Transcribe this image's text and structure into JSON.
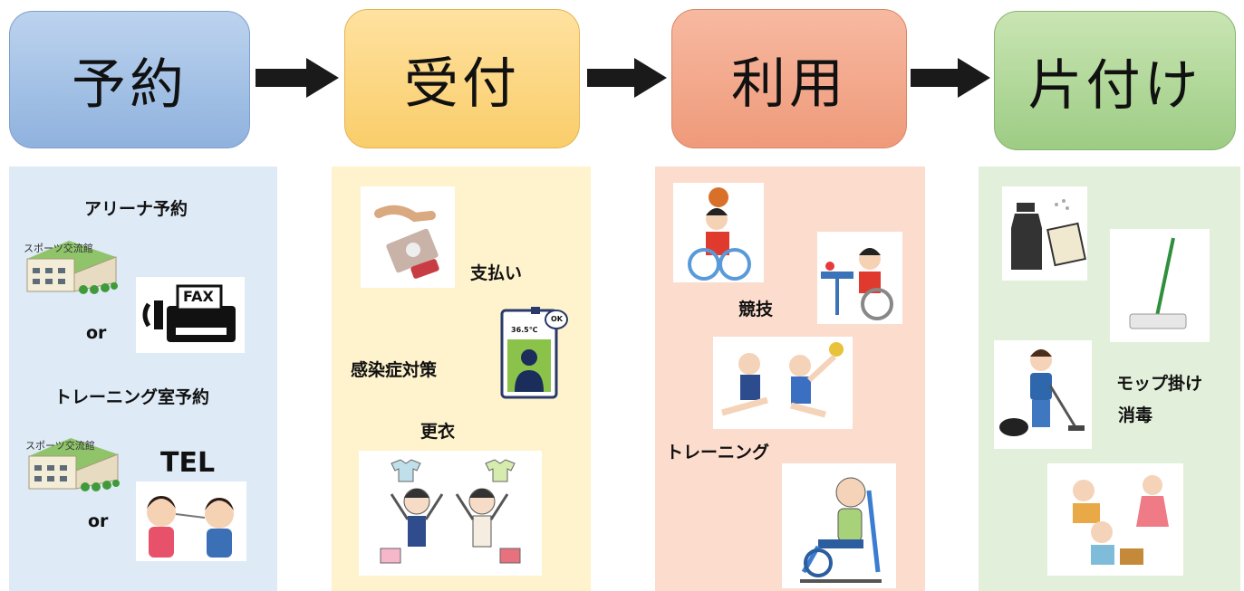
{
  "steps": [
    {
      "title": "予約",
      "color": "#9bbbe3"
    },
    {
      "title": "受付",
      "color": "#fbd276"
    },
    {
      "title": "利用",
      "color": "#f1a486"
    },
    {
      "title": "片付け",
      "color": "#a9d291"
    }
  ],
  "reservation": {
    "arena_label": "アリーナ予約",
    "building_sign": "スポーツ交流館",
    "or_label": "or",
    "fax_label": "FAX",
    "training_label": "トレーニング室予約",
    "tel_label": "TEL"
  },
  "reception": {
    "payment_label": "支払い",
    "infection_label": "感染症対策",
    "thermometer_reading": "36.5℃",
    "thermometer_ok": "OK",
    "changing_label": "更衣"
  },
  "usage": {
    "competition_label": "競技",
    "training_label": "トレーニング"
  },
  "cleanup": {
    "mop_label": "モップ掛け",
    "disinfect_label": "消毒"
  }
}
